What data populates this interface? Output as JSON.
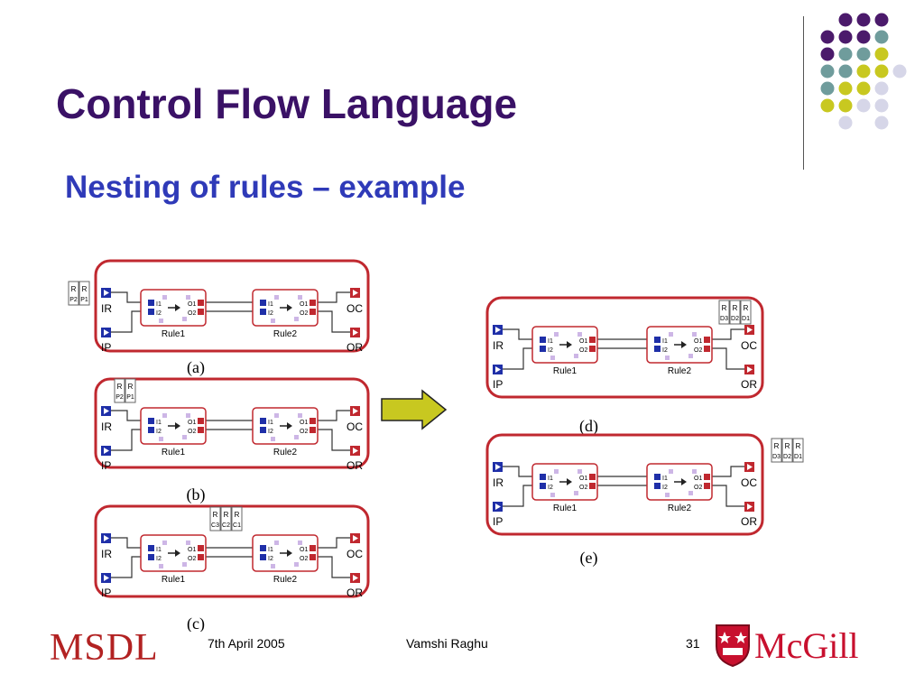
{
  "slide": {
    "title": "Control Flow Language",
    "subtitle": "Nesting of rules – example"
  },
  "colors": {
    "title": "#3a1166",
    "subtitle": "#2f3ab8",
    "rule_border": "#c0282f",
    "port_blue": "#1f2fa8",
    "port_red": "#c0282f",
    "arrow_fill": "#c8c820",
    "dot_purple": "#4b1a6b",
    "dot_teal": "#6f9c9c",
    "dot_yellow": "#c8c820",
    "dot_lavender": "#d6d6e8"
  },
  "figures": {
    "a": {
      "caption": "(a)",
      "inputs": [
        "IR",
        "IP"
      ],
      "outputs": [
        "OC",
        "OR"
      ],
      "rules": [
        "Rule1",
        "Rule2"
      ],
      "tags": [
        "R\nP2",
        "R\nP1"
      ]
    },
    "b": {
      "caption": "(b)",
      "inputs": [
        "IR",
        "IP"
      ],
      "outputs": [
        "OC",
        "OR"
      ],
      "rules": [
        "Rule1",
        "Rule2"
      ],
      "tags": [
        "R\nP2",
        "R\nP1"
      ]
    },
    "c": {
      "caption": "(c)",
      "inputs": [
        "IR",
        "IP"
      ],
      "outputs": [
        "OC",
        "OR"
      ],
      "rules": [
        "Rule1",
        "Rule2"
      ],
      "tags": [
        "R\nC3",
        "R\nC2",
        "R\nC1"
      ]
    },
    "d": {
      "caption": "(d)",
      "inputs": [
        "IR",
        "IP"
      ],
      "outputs": [
        "OC",
        "OR"
      ],
      "rules": [
        "Rule1",
        "Rule2"
      ],
      "tags": [
        "R\nD3",
        "R\nD2",
        "R\nD1"
      ]
    },
    "e": {
      "caption": "(e)",
      "inputs": [
        "IR",
        "IP"
      ],
      "outputs": [
        "OC",
        "OR"
      ],
      "rules": [
        "Rule1",
        "Rule2"
      ],
      "tags": [
        "R\nD3",
        "R\nD2",
        "R\nD1"
      ]
    }
  },
  "rule_ports": {
    "in1": "I1",
    "in2": "I2",
    "out1": "O1",
    "out2": "O2"
  },
  "footer": {
    "left_logo": "MSDL",
    "date": "7th April 2005",
    "author": "Vamshi Raghu",
    "page": "31",
    "right_logo": "McGill"
  }
}
